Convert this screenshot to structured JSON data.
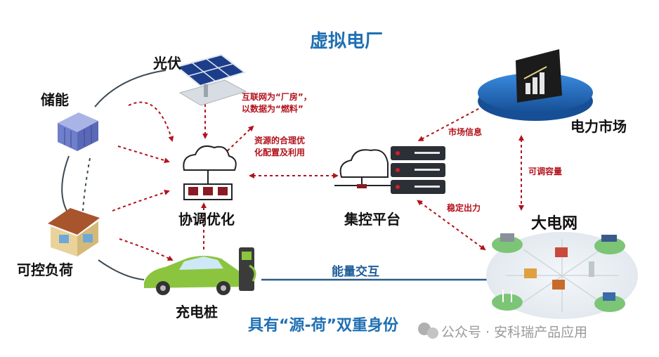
{
  "title": "虚拟电厂",
  "subtitle": "具有“源-荷”双重身份",
  "nodes": {
    "solar": "光伏",
    "storage": "储能",
    "controllable_load": "可控负荷",
    "charging_pile": "充电桩",
    "coordination": "协调优化",
    "platform": "集控平台",
    "power_market": "电力市场",
    "grid": "大电网"
  },
  "annotations": {
    "internet_line1": "互联网为“厂房”，",
    "internet_line2": "以数据为“燃料”",
    "resource_line1": "资源的合理优",
    "resource_line2": "化配置及利用",
    "market_info": "市场信息",
    "adjustable_capacity": "可调容量",
    "stable_output": "稳定出力",
    "energy_exchange": "能量交互"
  },
  "watermark": {
    "text": "公众号 · 安科瑞产品应用"
  },
  "colors": {
    "title_blue": "#1f6fb3",
    "arrow_red": "#b3121c",
    "connector_blue": "#2a5d8a",
    "market_blue": "#1f5fa8",
    "car_green": "#8bc53f"
  }
}
